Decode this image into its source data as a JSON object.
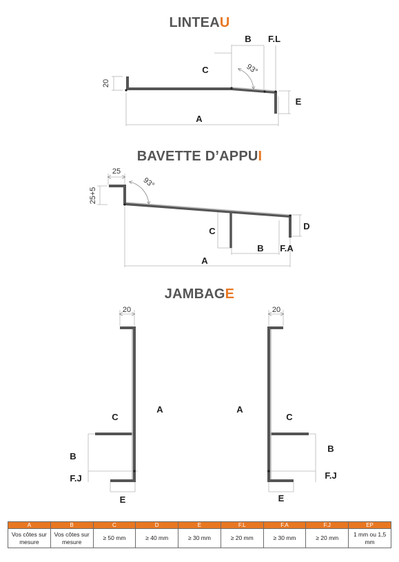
{
  "sections": {
    "linteau": {
      "title_main": "LINTEA",
      "title_accent": "U"
    },
    "bavette": {
      "title_main": "BAVETTE D’APPU",
      "title_accent": "I"
    },
    "jambage": {
      "title_main": "JAMBAG",
      "title_accent": "E"
    }
  },
  "labels": {
    "linteau": {
      "a": "A",
      "b": "B",
      "c": "C",
      "e": "E",
      "fl": "F.L",
      "h20": "20",
      "angle": "93°"
    },
    "bavette": {
      "a": "A",
      "b": "B",
      "c": "C",
      "d": "D",
      "fa": "F.A",
      "w25": "25",
      "h25": "25+5",
      "angle": "93°"
    },
    "jambage_left": {
      "a": "A",
      "b": "B",
      "c": "C",
      "e": "E",
      "fj": "F.J",
      "w20": "20"
    },
    "jambage_right": {
      "a": "A",
      "b": "B",
      "c": "C",
      "e": "E",
      "fj": "F.J",
      "w20": "20"
    }
  },
  "spec_table": {
    "headers": [
      "A",
      "B",
      "C",
      "D",
      "E",
      "F.L",
      "F.A",
      "F.J",
      "EP"
    ],
    "values": [
      "Vos côtes sur mesure",
      "Vos côtes sur mesure",
      "≥ 50 mm",
      "≥ 40 mm",
      "≥ 30 mm",
      "≥ 20 mm",
      "≥ 30 mm",
      "≥ 20 mm",
      "1 mm ou 1,5 mm"
    ]
  },
  "colors": {
    "accent": "#e87722",
    "title_gray": "#555555",
    "profile": "#555555"
  }
}
